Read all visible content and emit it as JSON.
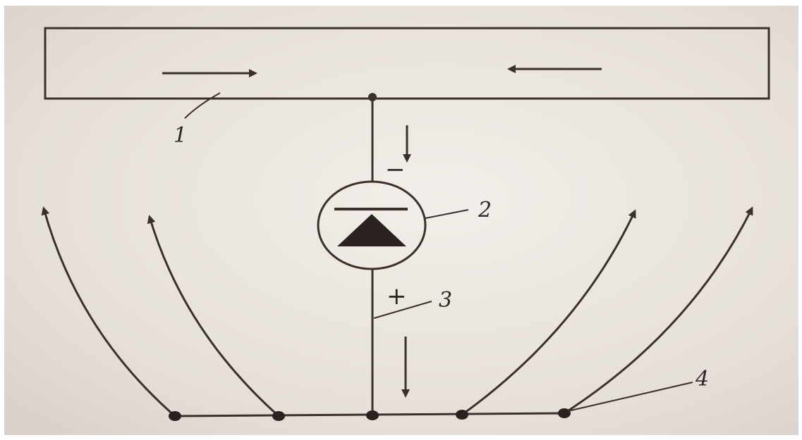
{
  "labels": {
    "electrode": "1",
    "diode": "2",
    "conductor": "3",
    "ground_point": "4"
  },
  "polarity": {
    "top": "−",
    "bottom": "+"
  },
  "colors": {
    "paper": "#e4dcd6",
    "paper_light": "#f1ece7",
    "ink": "#3a302c"
  },
  "icons": {
    "current_arrow": "arrow-icon",
    "diode": "diode-icon"
  }
}
